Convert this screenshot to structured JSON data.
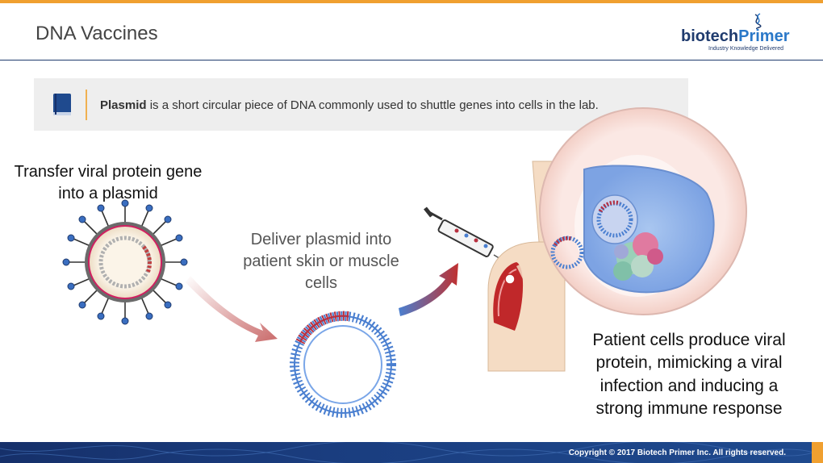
{
  "slide": {
    "title": "DNA Vaccines"
  },
  "logo": {
    "wordmark_a": "biotech",
    "wordmark_b": "Primer",
    "tagline": "Industry Knowledge Delivered"
  },
  "definition": {
    "term": "Plasmid",
    "text": " is a short circular piece of DNA commonly used to shuttle genes into cells in the lab."
  },
  "steps": [
    {
      "label": "Transfer viral protein gene into a plasmid"
    },
    {
      "label": "Deliver plasmid into patient skin or muscle cells"
    },
    {
      "label": "Patient cells produce viral protein, mimicking a viral infection and inducing a strong immune response"
    }
  ],
  "footer": {
    "copyright": "Copyright © 2017 Biotech Primer Inc. All rights reserved."
  },
  "colors": {
    "accent": "#f0a030",
    "brand": "#1f3b6e",
    "dna_red": "#b83040",
    "dna_blue": "#4a7fd0"
  }
}
